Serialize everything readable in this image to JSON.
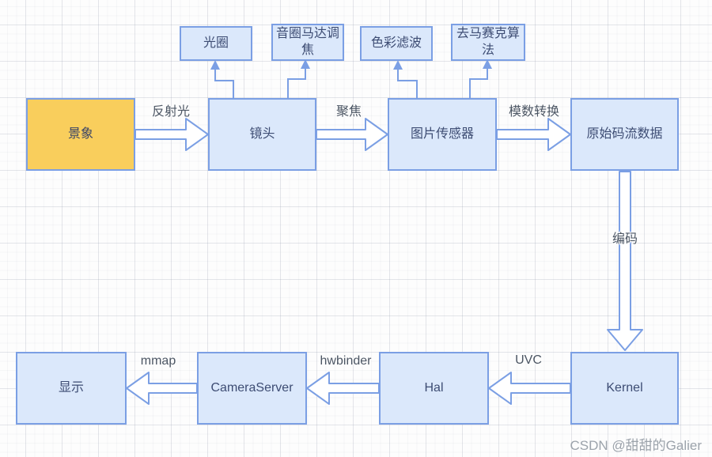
{
  "diagram": {
    "title_hint": "camera-imaging-and-display-pipeline",
    "top_boxes": [
      {
        "id": "aperture",
        "label": "光圈"
      },
      {
        "id": "vcm-focus",
        "label": "音圈马达调焦"
      },
      {
        "id": "color-filter",
        "label": "色彩滤波"
      },
      {
        "id": "demosaic",
        "label": "去马赛克算法"
      }
    ],
    "main_boxes": [
      {
        "id": "scene",
        "label": "景象"
      },
      {
        "id": "lens",
        "label": "镜头"
      },
      {
        "id": "image-sensor",
        "label": "图片传感器"
      },
      {
        "id": "raw-stream",
        "label": "原始码流数据"
      }
    ],
    "bottom_boxes": [
      {
        "id": "display",
        "label": "显示"
      },
      {
        "id": "cameraserver",
        "label": "CameraServer"
      },
      {
        "id": "hal",
        "label": "Hal"
      },
      {
        "id": "kernel",
        "label": "Kernel"
      }
    ],
    "edge_labels": {
      "reflected_light": "反射光",
      "focus": "聚焦",
      "adc": "模数转换",
      "encode": "编码",
      "mmap": "mmap",
      "hwbinder": "hwbinder",
      "uvc": "UVC"
    },
    "colors": {
      "node_fill": "#dbe8fb",
      "node_border": "#7b9fe4",
      "scene_fill": "#f9ce5c",
      "node_text": "#3d4c73",
      "arrow_fill": "#ffffff",
      "background": "#fdfdfd"
    }
  },
  "watermark": "CSDN @甜甜的Galier"
}
